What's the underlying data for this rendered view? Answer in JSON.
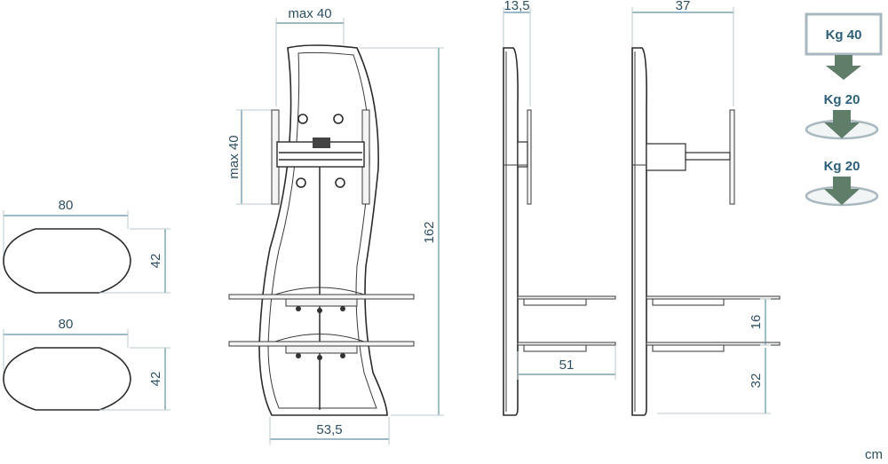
{
  "shelf_top": {
    "width_label": "80",
    "depth_label": "42"
  },
  "shelf_bottom": {
    "width_label": "80",
    "depth_label": "42"
  },
  "front_view": {
    "max_width_label": "max 40",
    "max_height_label": "max 40",
    "total_height_label": "162",
    "base_width_label": "53,5"
  },
  "side_view": {
    "depth_label": "13,5",
    "shelf_depth_label": "51"
  },
  "side_view_extended": {
    "depth_label": "37",
    "shelf_gap_label": "16",
    "bottom_gap_label": "32"
  },
  "loads": [
    {
      "label": "Kg 40"
    },
    {
      "label": "Kg 20"
    },
    {
      "label": "Kg 20"
    }
  ],
  "units": "cm",
  "colors": {
    "dimension": "#5f8fa5",
    "load_box": "#a9b7be",
    "arrow": "#5f7d68"
  }
}
